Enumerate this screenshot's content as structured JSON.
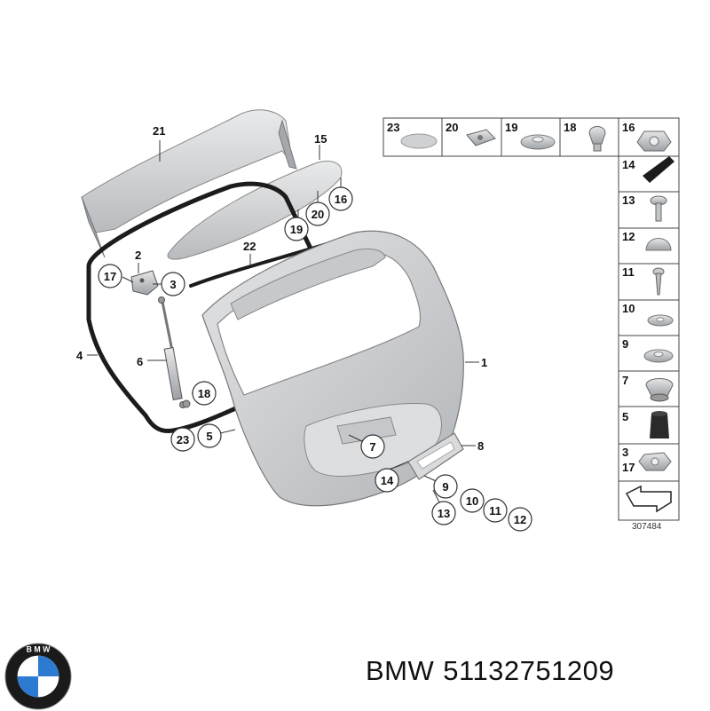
{
  "diagram": {
    "labels": {
      "l21": "21",
      "l15": "15",
      "l16": "16",
      "l20": "20",
      "l19": "19",
      "l22": "22",
      "l2": "2",
      "l17": "17",
      "l3": "3",
      "l4": "4",
      "l6": "6",
      "l1": "1",
      "l18": "18",
      "l23": "23",
      "l5": "5",
      "l7": "7",
      "l8": "8",
      "l14": "14",
      "l9": "9",
      "l13": "13",
      "l10": "10",
      "l11": "11",
      "l12": "12"
    },
    "legend": {
      "top": [
        "23",
        "20",
        "19",
        "18",
        "16"
      ],
      "side": [
        "14",
        "13",
        "12",
        "11",
        "10",
        "9",
        "7",
        "5"
      ],
      "combo_a": "3",
      "combo_b": "17"
    },
    "ref_number": "307484"
  },
  "caption": {
    "brand": "BMW",
    "part_number": "51132751209"
  },
  "colors": {
    "panel": "#d4d6d8",
    "panel_dark": "#a9adb1",
    "seal": "#1c1c1c",
    "outline": "#555555"
  }
}
